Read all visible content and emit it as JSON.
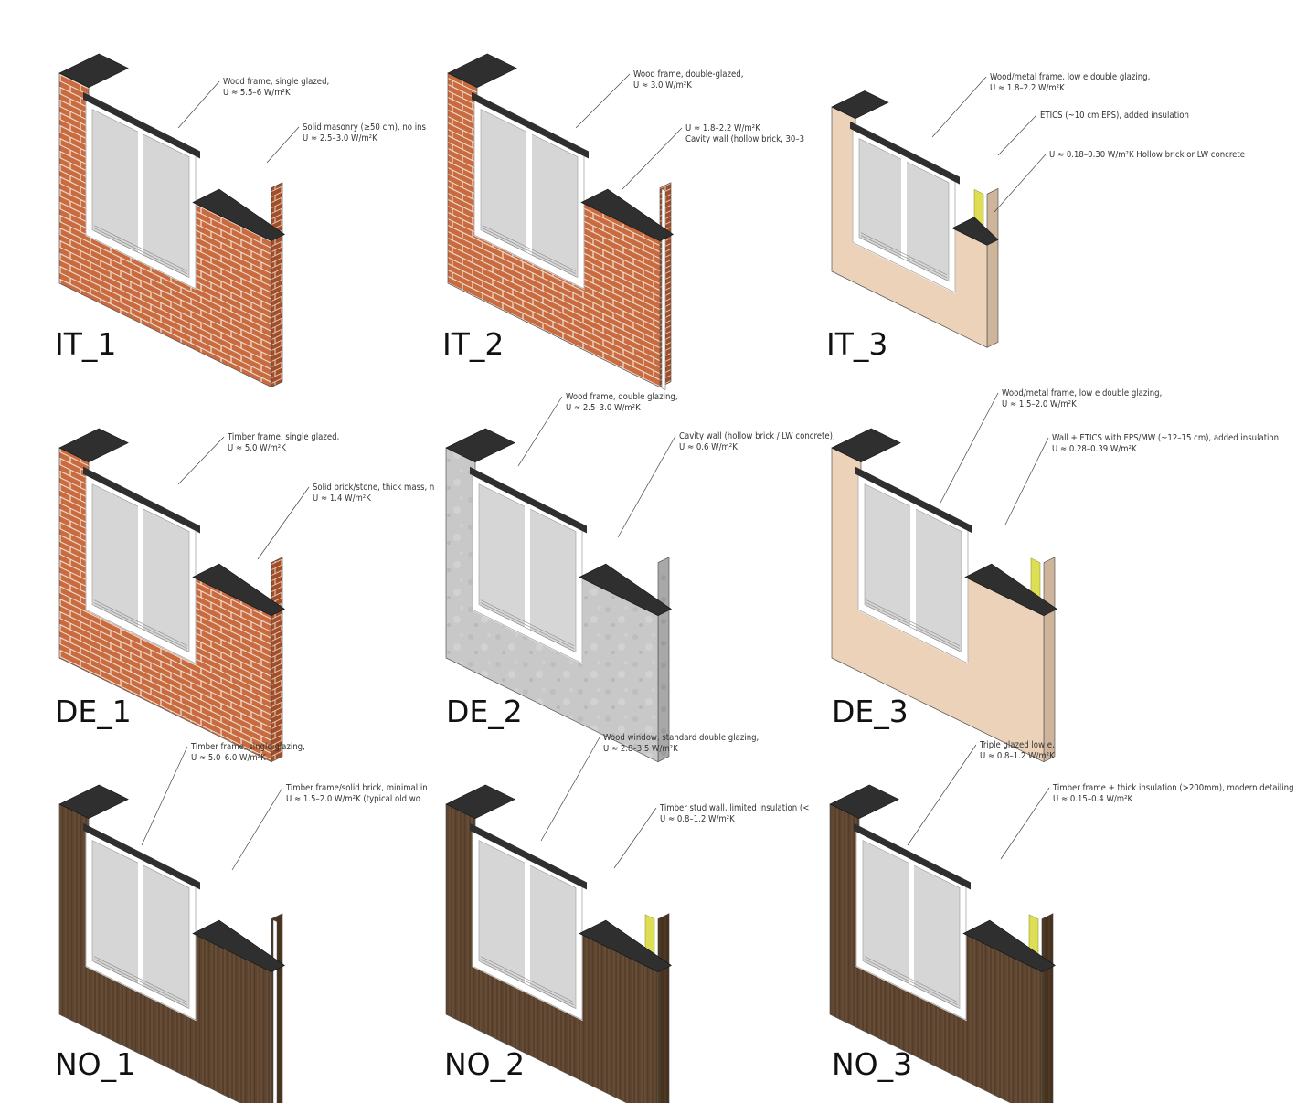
{
  "colors": {
    "brick": "#c96a3f",
    "brick_side": "#a24e2a",
    "mortar": "#efe3d6",
    "concrete": "#c7c7c7",
    "concrete_side": "#a5a5a5",
    "render": "#ecd2b8",
    "render_side": "#cdb49a",
    "timber": "#5e4530",
    "timber_side": "#46321f",
    "insulation": "#dede55",
    "cap": "#2f2f2f",
    "frame": "#ffffff",
    "glass": "#d6d6d6"
  },
  "panels": [
    {
      "id": "IT_1",
      "label": "IT_1",
      "material": "brick",
      "size": "big",
      "insul": false,
      "cavity": false,
      "callouts": [
        {
          "lines": [
            "Wood frame, single glazed,",
            "U ≈ 5.5–6 W/m²K"
          ]
        },
        {
          "lines": [
            "Solid masonry (≥50 cm), no ins",
            "U ≈ 2.5–3.0 W/m²K"
          ]
        }
      ]
    },
    {
      "id": "IT_2",
      "label": "IT_2",
      "material": "brick",
      "size": "big",
      "insul": false,
      "cavity": true,
      "callouts": [
        {
          "lines": [
            "Wood frame, double-glazed,",
            "U ≈ 3.0 W/m²K"
          ]
        },
        {
          "lines": [
            "U ≈ 1.8–2.2 W/m²K",
            "Cavity wall (hollow brick, 30–3"
          ]
        }
      ]
    },
    {
      "id": "IT_3",
      "label": "IT_3",
      "material": "render",
      "size": "small",
      "insul": true,
      "cavity": false,
      "callouts": [
        {
          "lines": [
            "Wood/metal frame, low e double glazing,",
            "U ≈ 1.8–2.2 W/m²K"
          ]
        },
        {
          "lines": [
            "ETICS (~10 cm EPS), added insulation"
          ]
        },
        {
          "lines": [
            "U ≈ 0.18–0.30 W/m²K Hollow brick or LW concrete"
          ]
        }
      ]
    },
    {
      "id": "DE_1",
      "label": "DE_1",
      "material": "brick",
      "size": "big",
      "insul": false,
      "cavity": false,
      "callouts": [
        {
          "lines": [
            "Timber frame, single glazed,",
            "U ≈ 5.0 W/m²K"
          ]
        },
        {
          "lines": [
            "Solid brick/stone, thick mass, n",
            "U ≈ 1.4 W/m²K"
          ]
        }
      ]
    },
    {
      "id": "DE_2",
      "label": "DE_2",
      "material": "concrete",
      "size": "big",
      "insul": false,
      "cavity": false,
      "callouts": [
        {
          "lines": [
            "Wood frame, double glazing,",
            "U ≈ 2.5–3.0 W/m²K"
          ]
        },
        {
          "lines": [
            "Cavity wall (hollow brick / LW concrete),",
            "U ≈ 0.6 W/m²K"
          ]
        }
      ]
    },
    {
      "id": "DE_3",
      "label": "DE_3",
      "material": "render",
      "size": "big",
      "insul": true,
      "cavity": false,
      "callouts": [
        {
          "lines": [
            "Wood/metal frame, low e double glazing,",
            "U ≈ 1.5–2.0 W/m²K"
          ]
        },
        {
          "lines": [
            "Wall + ETICS with EPS/MW (~12–15 cm), added insulation",
            "U ≈ 0.28–0.39 W/m²K"
          ]
        }
      ]
    },
    {
      "id": "NO_1",
      "label": "NO_1",
      "material": "timber",
      "size": "big",
      "insul": false,
      "cavity": true,
      "callouts": [
        {
          "lines": [
            "Timber frame, single glazing,",
            "U ≈ 5.0–6.0 W/m²K"
          ]
        },
        {
          "lines": [
            "Timber frame/solid brick, minimal in",
            "U ≈ 1.5–2.0 W/m²K (typical old wo"
          ]
        }
      ]
    },
    {
      "id": "NO_2",
      "label": "NO_2",
      "material": "timber",
      "size": "big",
      "insul": true,
      "cavity": false,
      "callouts": [
        {
          "lines": [
            "Wood window, standard double glazing,",
            "U ≈ 2.8–3.5 W/m²K"
          ]
        },
        {
          "lines": [
            "Timber stud wall, limited insulation (<",
            "U ≈ 0.8–1.2 W/m²K"
          ]
        }
      ]
    },
    {
      "id": "NO_3",
      "label": "NO_3",
      "material": "timber",
      "size": "big",
      "insul": true,
      "cavity": false,
      "callouts": [
        {
          "lines": [
            "Triple glazed low e,",
            "U ≈ 0.8–1.2 W/m²K"
          ]
        },
        {
          "lines": [
            "Timber frame + thick insulation (>200mm), modern detailing",
            "U ≈ 0.15–0.4 W/m²K"
          ]
        }
      ]
    }
  ]
}
